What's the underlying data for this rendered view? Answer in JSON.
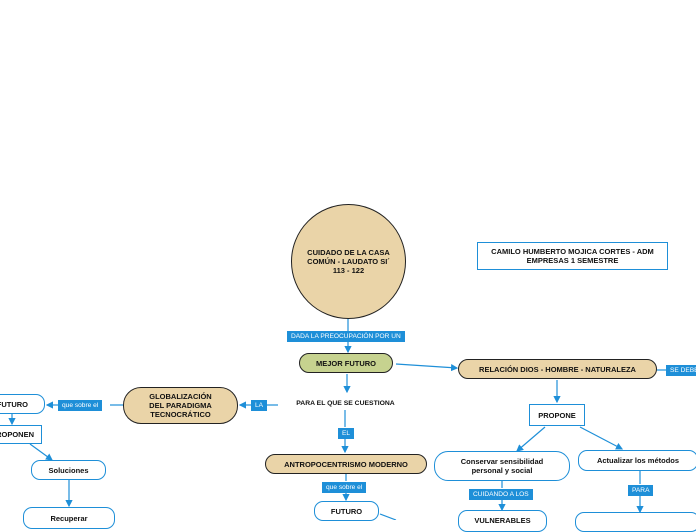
{
  "nodes": {
    "central": "CUIDADO DE LA CASA\nCOMÚN - LAUDATO SI´\n113 - 122",
    "author": "CAMILO HUMBERTO MOJICA CORTES - ADM\nEMPRESAS 1 SEMESTRE",
    "mejor_futuro": "MEJOR FUTURO",
    "relacion": "RELACIÓN DIOS - HOMBRE - NATURALEZA",
    "globalizacion": "GLOBALIZACIÓN\nDEL PARADIGMA\nTECNOCRÁTICO",
    "para_el_que": "PARA EL QUE SE CUESTIONA",
    "antropocentrismo": "ANTROPOCENTRISMO MODERNO",
    "futuro_bottom": "FUTURO",
    "propone": "PROPONE",
    "conservar": "Conservar sensibilidad\npersonal y social",
    "actualizar": "Actualizar los métodos",
    "vulnerables": "VULNERABLES",
    "futuro_left": "FUTURO",
    "proponen_left": "PROPONEN",
    "soluciones": "Soluciones",
    "recuperar": "Recuperar"
  },
  "links": {
    "preocupacion": "DADA LA PREOCUPACIÓN POR UN",
    "se_debe": "SE DEBE",
    "la": "LA",
    "que_sobre_el_left": "que sobre el",
    "el": "EL",
    "que_sobre_el_bottom": "que sobre el",
    "cuidando": "CUIDANDO A LOS",
    "para": "PARA"
  },
  "colors": {
    "connector": "#1e8fd8",
    "tan_fill": "#ead4a8",
    "green_fill": "#c6d28f",
    "tag_fill": "#1e8fd8"
  }
}
